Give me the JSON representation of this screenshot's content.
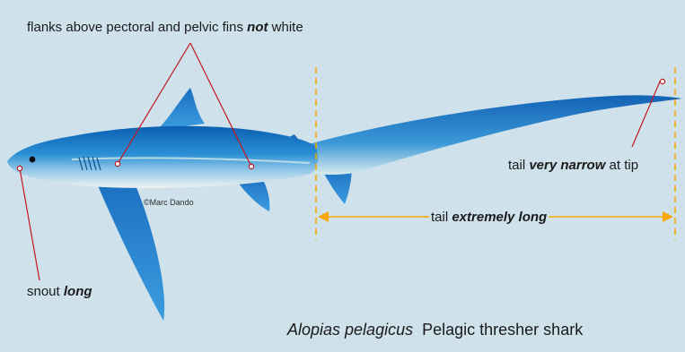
{
  "annotations": {
    "flanks": {
      "text": "flanks above pectoral and pelvic fins",
      "emphasis": "not",
      "suffix": " white"
    },
    "tail_tip": {
      "prefix": "tail ",
      "emphasis": "very narrow",
      "suffix": " at tip"
    },
    "tail_length": {
      "prefix": "tail ",
      "emphasis": "extremely long"
    },
    "snout": {
      "prefix": "snout ",
      "emphasis": "long"
    }
  },
  "credit": "©Marc Dando",
  "species": {
    "scientific": "Alopias pelagicus",
    "common": "Pelagic thresher shark"
  },
  "colors": {
    "background": "#cfe2ec",
    "pointer_line": "#c4161c",
    "measure_line": "#f6a800",
    "shark_body": "#1f7cc7",
    "shark_belly": "#eef3f0"
  }
}
